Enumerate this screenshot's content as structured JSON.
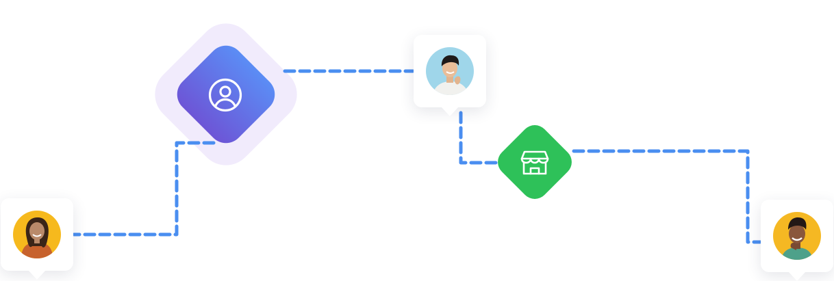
{
  "diagram": {
    "nodes": [
      {
        "id": "user-profile",
        "kind": "diamond",
        "icon": "user-circle-icon",
        "color_top": "#5b8df5",
        "color_bottom": "#6d55d6",
        "halo": "#f1ebfc"
      },
      {
        "id": "store",
        "kind": "diamond",
        "icon": "storefront-icon",
        "color": "#2ec159"
      },
      {
        "id": "avatar-woman",
        "kind": "avatar",
        "background": "#f6b91d"
      },
      {
        "id": "avatar-man-blue",
        "kind": "avatar",
        "background": "#9fd6ea"
      },
      {
        "id": "avatar-man-yellow",
        "kind": "avatar",
        "background": "#f5b823"
      }
    ],
    "connector_color": "#4a8ef0"
  }
}
